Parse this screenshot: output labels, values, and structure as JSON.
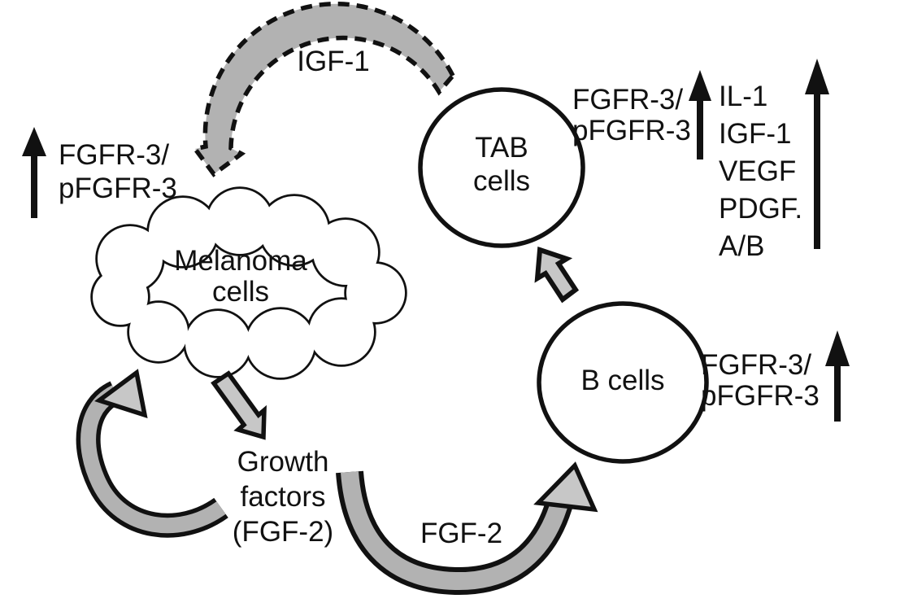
{
  "colors": {
    "background": "#ffffff",
    "outline": "#111111",
    "text": "#111111",
    "arrow_gray": "#b2b2b2",
    "arrow_gray_light": "#c7c7c7"
  },
  "nodes": {
    "melanoma": {
      "lines": [
        "Melanoma",
        "cells"
      ]
    },
    "tab": {
      "lines": [
        "TAB",
        "cells"
      ]
    },
    "b": {
      "label": "B cells"
    }
  },
  "arrow_labels": {
    "igf1": "IGF-1",
    "fgf2": "FGF-2",
    "growth_factors": {
      "lines": [
        "Growth",
        "factors",
        "(FGF-2)"
      ]
    }
  },
  "annotations": {
    "melanoma_receptors": {
      "lines": [
        "FGFR-3/",
        "pFGFR-3"
      ]
    },
    "tab_receptors": {
      "lines": [
        "FGFR-3/",
        "pFGFR-3"
      ]
    },
    "tab_secreted": {
      "lines": [
        "IL-1",
        "IGF-1",
        "VEGF",
        "PDGF.",
        "A/B"
      ]
    },
    "b_receptors": {
      "lines": [
        "FGFR-3/",
        "pFGFR-3"
      ]
    }
  }
}
